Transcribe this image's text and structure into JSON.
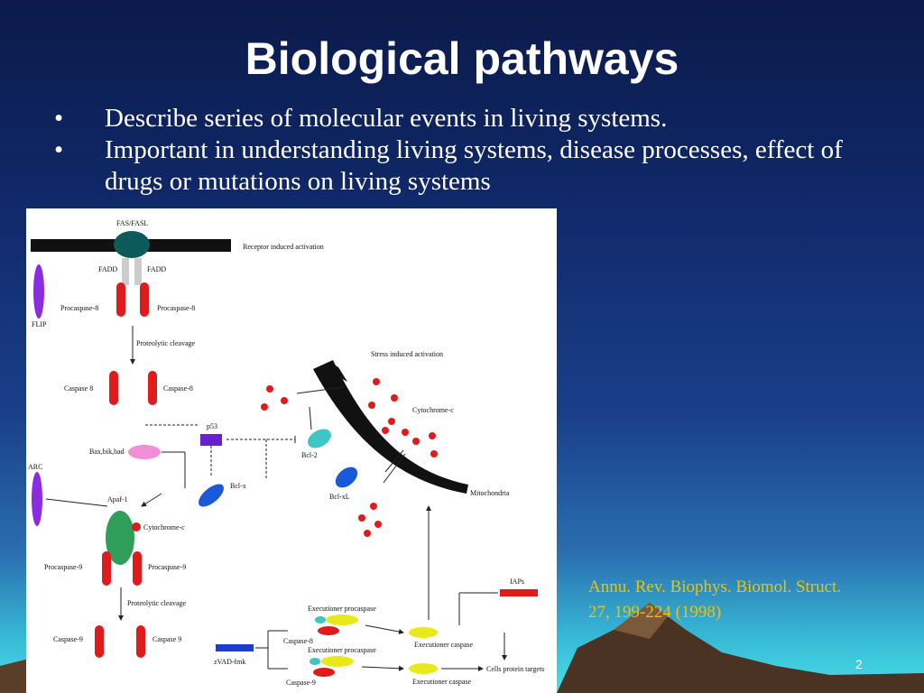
{
  "slide": {
    "title": "Biological pathways",
    "bullets": [
      {
        "marker": "•",
        "text": "Describe series of molecular events in living systems."
      },
      {
        "marker": "•",
        "text": "Important in understanding living systems, disease processes, effect of drugs or mutations on living systems"
      }
    ],
    "citation_line1": "Annu. Rev. Biophys. Biomol. Struct.",
    "citation_line2": "27, 199-224 (1998)",
    "page_number": "2"
  },
  "diagram": {
    "fas_fasl": "FAS/FASL",
    "receptor_activation": "Receptor induced activation",
    "fadd_left": "FADD",
    "fadd_right": "FADD",
    "flip": "FLIP",
    "procaspase8_left": "Procaspase-8",
    "procaspase8_right": "Procaspase-8",
    "proteolytic_cleavage_1": "Proteolytic cleavage",
    "caspase8_left": "Caspase 8",
    "caspase8_right": "Caspase-8",
    "stress_activation": "Stress induced activation",
    "cytochrome_c_top": "Cytochrome-c",
    "p53": "p53",
    "bax": "Bax,bik,bad",
    "bcl2": "Bcl-2",
    "bclxl": "Bcl-xL",
    "bclx": "Bcl-x",
    "mitochondria": "Mitochondria",
    "arc": "ARC",
    "apaf1": "Apaf-1",
    "cytochrome_c_mid": "Cytochrome-c",
    "procaspase9_left": "Procaspase-9",
    "procaspase9_right": "Procaspase-9",
    "proteolytic_cleavage_2": "Proteolytic cleavage",
    "caspase9_left": "Caspase-9",
    "caspase9_right": "Caspase 9",
    "executioner_procaspase_1": "Executioner procaspase",
    "executioner_procaspase_2": "Executioner procaspase",
    "caspase8_bottom": "Caspase-8",
    "caspase9_bottom": "Caspase-9",
    "zvad": "zVAD-fmk",
    "executioner_caspase_1": "Executioner caspase",
    "executioner_caspase_2": "Executioner caspase",
    "iaps": "IAPs",
    "cell_targets": "Cells protein targets",
    "colors": {
      "receptor": "#0d5a5a",
      "red_protein": "#e01b1b",
      "purple": "#8b2be2",
      "cyan": "#3ec6c6",
      "green": "#2e9e5a",
      "blue": "#1a5ad8",
      "yellow": "#e8e81a"
    }
  }
}
